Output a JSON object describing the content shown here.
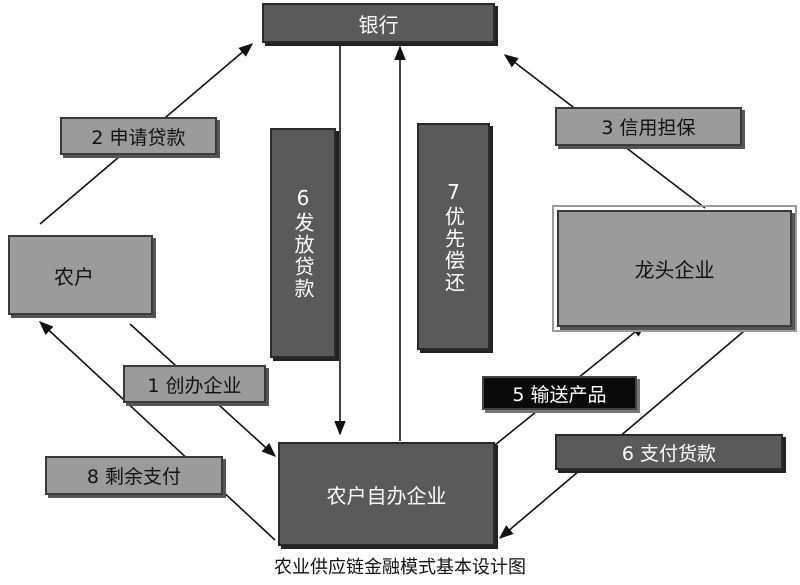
{
  "nodes": {
    "bank": "银行",
    "farmer": "农户",
    "leading_enterprise": "龙头企业",
    "farmer_enterprise": "农户自办企业"
  },
  "steps": {
    "apply_loan": "2 申请贷款",
    "issue_loan": "6发放贷款",
    "priority_repay": "7优先偿还",
    "credit_guarantee": "3 信用担保",
    "found_enterprise": "1 创办企业",
    "deliver_products": "5 输送产品",
    "pay_for_goods": "6 支付货款",
    "pay_surplus": "8 剩余支付"
  },
  "caption": "农业供应链金融模式基本设计图"
}
